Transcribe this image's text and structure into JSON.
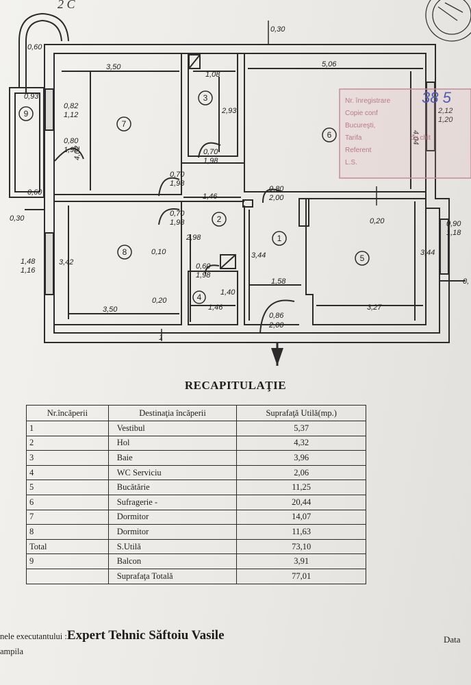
{
  "plan": {
    "room_numbers": [
      "1",
      "2",
      "3",
      "4",
      "5",
      "6",
      "7",
      "8",
      "9"
    ],
    "dimensions": {
      "top_offset": "0,30",
      "r7_width": "3,50",
      "r3_width": "1,08",
      "r6_width": "5,06",
      "r7_height": "4,02",
      "r3_height": "2,93",
      "r6_height": "4,04",
      "balcony_top": "0,60",
      "balcony_width": "0,93",
      "win7_a": "0,82",
      "win7_b": "1,12",
      "door7_a": "0,80",
      "door7_b": "1,98",
      "door3_a": "0,70",
      "door3_b": "1,98",
      "win6_a": "2,12",
      "win6_b": "1,20",
      "balcony_bottom": "0,60",
      "door_hall_a": "0,70",
      "door_hall_b": "1,98",
      "hall_width": "1,46",
      "door6_a": "0,80",
      "door6_b": "2,00",
      "left_offset": "0,30",
      "door8_a": "0,70",
      "door8_b": "1,98",
      "r5_wall": "0,20",
      "win5_a": "0,90",
      "win5_b": "1,18",
      "win8_a": "1,48",
      "win8_b": "1,16",
      "r8_height": "3,42",
      "wall_small": "0,10",
      "hall_height": "2,98",
      "door4_a": "0,60",
      "door4_b": "1,98",
      "r1_height": "3,44",
      "r5_height": "3,44",
      "r1_width": "1,58",
      "r4_height": "1,40",
      "r4_width": "1,46",
      "r8_wall": "0,20",
      "r8_width": "3,50",
      "r5_width": "3,27",
      "entry_a": "0,86",
      "entry_b": "2,00",
      "edge_right": "0,",
      "dim_one": "1"
    },
    "stamp_lines": [
      "Nr. înregistrare",
      "Copie conf",
      "Bucureşti,",
      "Tarifa",
      "Referent",
      "L.S."
    ],
    "stamp_tail": "cu chit",
    "stamp_number": "38 5",
    "corner_mark": "2 C"
  },
  "recap": {
    "title": "RECAPITULAŢIE",
    "headers": [
      "Nr.încăperii",
      "Destinaţia încăperii",
      "Suprafaţă Utilă(mp.)"
    ],
    "rows": [
      [
        "1",
        "Vestibul",
        "5,37"
      ],
      [
        "2",
        "Hol",
        "4,32"
      ],
      [
        "3",
        "Baie",
        "3,96"
      ],
      [
        "4",
        "WC Serviciu",
        "2,06"
      ],
      [
        "5",
        "Bucătărie",
        "11,25"
      ],
      [
        "6",
        "Sufragerie -",
        "20,44"
      ],
      [
        "7",
        "Dormitor",
        "14,07"
      ],
      [
        "8",
        "Dormitor",
        "11,63"
      ],
      [
        "Total",
        "S.Utilă",
        "73,10"
      ],
      [
        "9",
        "Balcon",
        "3,91"
      ],
      [
        "",
        "Suprafaţa Totală",
        "77,01"
      ]
    ]
  },
  "footer": {
    "executant_label": "nele executantului :",
    "executant_name": "Expert Tehnic Săftoiu Vasile",
    "stampila": "ampila",
    "data_label": "Data"
  }
}
